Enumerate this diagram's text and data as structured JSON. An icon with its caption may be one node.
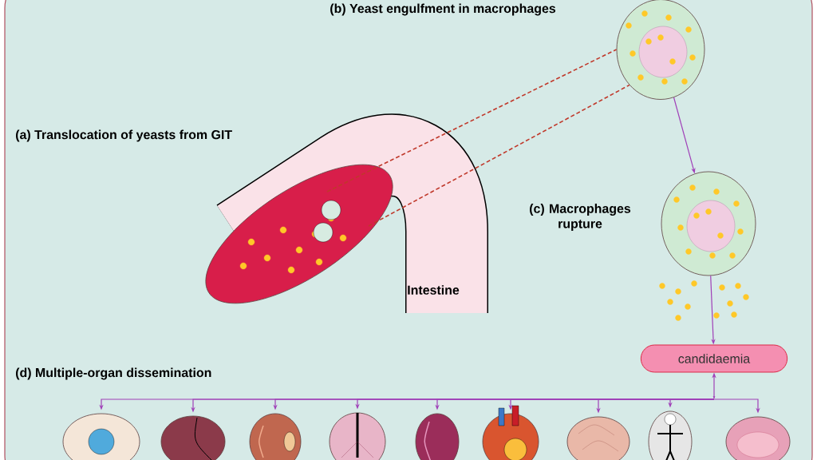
{
  "diagram": {
    "nodes": [
      {
        "text": [],
        "shape": "picture"
      },
      {
        "text": [],
        "shape": "picture"
      },
      {
        "text": [],
        "shape": "picture"
      },
      {
        "text": [
          "candidaemia"
        ]
      },
      {
        "text": [],
        "shape": "picture"
      },
      {
        "text": [],
        "shape": "picture"
      },
      {
        "text": [],
        "shape": "picture"
      },
      {
        "text": [],
        "shape": "picture"
      },
      {
        "text": [],
        "shape": "picture"
      },
      {
        "text": [],
        "shape": "picture"
      },
      {
        "text": [],
        "shape": "picture"
      },
      {
        "text": [],
        "shape": "picture"
      },
      {
        "text": [],
        "shape": "picture"
      }
    ],
    "edges": [
      {
        "from": 0,
        "to": 1,
        "arrow": "none",
        "style": "dashed",
        "color": "#c0392b"
      },
      {
        "from": 0,
        "to": 1,
        "arrow": "none",
        "style": "dashed",
        "color": "#c0392b"
      },
      {
        "from": 1,
        "to": 2,
        "arrow": "to"
      },
      {
        "from": 2,
        "to": 3,
        "arrow": "to"
      },
      {
        "from": 3,
        "to": 4,
        "arrow": "both"
      },
      {
        "from": 3,
        "to": 5,
        "arrow": "both"
      },
      {
        "from": 3,
        "to": 6,
        "arrow": "both"
      },
      {
        "from": 3,
        "to": 7,
        "arrow": "both"
      },
      {
        "from": 3,
        "to": 8,
        "arrow": "both"
      },
      {
        "from": 3,
        "to": 9,
        "arrow": "both"
      },
      {
        "from": 3,
        "to": 10,
        "arrow": "both"
      },
      {
        "from": 3,
        "to": 11,
        "arrow": "both"
      },
      {
        "from": 3,
        "to": 12,
        "arrow": "both"
      }
    ],
    "labels": [
      "(b) Yeast engulfment in macrophages",
      "(a) Translocation of yeasts from GIT",
      "(c) Macrophages rupture",
      "Intestine",
      "(d) Multiple-organ dissemination"
    ]
  }
}
